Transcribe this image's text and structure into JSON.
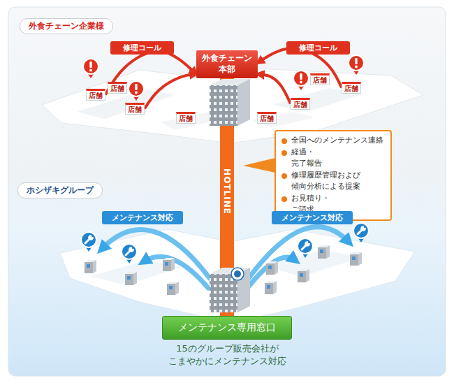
{
  "diagram": {
    "nodes": [
      {
        "text": [
          "外食チェーン企業様"
        ]
      },
      {
        "text": [
          "外食チェーン 本部"
        ]
      },
      {
        "text": [
          "店舗"
        ]
      },
      {
        "text": [
          "店舗"
        ]
      },
      {
        "text": [
          "店舗"
        ]
      },
      {
        "text": [
          "店舗"
        ]
      },
      {
        "text": [
          "店舗"
        ]
      },
      {
        "text": [
          "店舗"
        ]
      },
      {
        "text": [
          "店舗"
        ]
      },
      {
        "text": [
          "店舗"
        ]
      },
      {
        "text": [
          "全国へのメンテナンス連絡",
          "経過・完了報告",
          "修理履歴管理および 傾向分析による提案",
          "お見積り・ご請求"
        ]
      },
      {
        "text": [
          "ホシザキグループ"
        ]
      },
      {
        "text": [
          "メンテナンス専用窓口"
        ]
      }
    ],
    "edges": [
      {
        "from": 2,
        "to": 1,
        "arrow": "to",
        "label": "修理コール"
      },
      {
        "from": 4,
        "to": 1,
        "arrow": "to"
      },
      {
        "from": 7,
        "to": 1,
        "arrow": "to",
        "label": "修理コール"
      },
      {
        "from": 8,
        "to": 1,
        "arrow": "to"
      },
      {
        "from": 1,
        "to": 12,
        "arrow": "none",
        "label": "HOTLINE"
      }
    ],
    "labels": [
      "メンテナンス対応",
      "メンテナンス対応",
      "15のグループ販売会社が こまやかにメンテナンス対応"
    ]
  }
}
